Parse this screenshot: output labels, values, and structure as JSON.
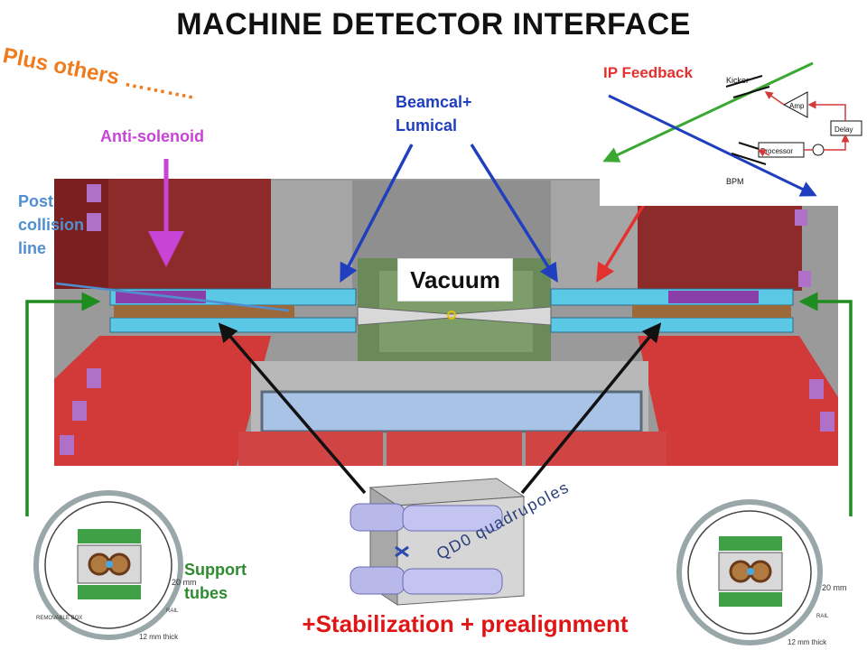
{
  "title": "MACHINE DETECTOR INTERFACE",
  "plus_others": "Plus others ……….",
  "labels": {
    "anti_solenoid": "Anti-solenoid",
    "post_collision": "Post collision line",
    "beamcal": "Beamcal+ Lumical",
    "ip_feedback": "IP Feedback",
    "vacuum": "Vacuum",
    "support_tubes": "Support tubes",
    "qd0": "QD0 quadrupoles",
    "stabilization": "+Stabilization + prealignment"
  },
  "ip_schematic": {
    "kicker": "Kicker",
    "amp": "Amp",
    "delay": "Delay",
    "processor": "Processor",
    "bpm": "BPM"
  },
  "cross_section": {
    "dim_20mm": "20 mm",
    "thick_12mm": "12 mm thick",
    "removable_box": "REMOVABLE BOX",
    "rail": "RAIL"
  },
  "colors": {
    "magenta": "#c844d6",
    "blue": "#1f3fbf",
    "red": "#e53030",
    "green": "#1e8c1e",
    "black": "#111111",
    "orange": "#f07b1c"
  }
}
